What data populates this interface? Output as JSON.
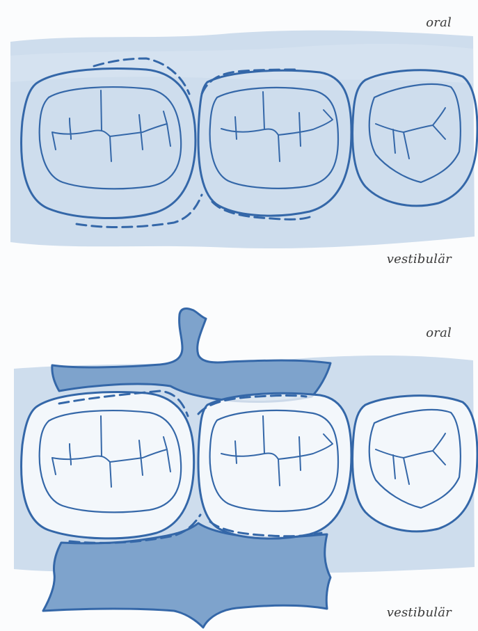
{
  "panels": [
    {
      "id": "top",
      "label_oral": "oral",
      "label_vestibular": "vestibulär"
    },
    {
      "id": "bottom",
      "label_oral": "oral",
      "label_vestibular": "vestibulär"
    }
  ],
  "colors": {
    "outline": "#3467a8",
    "gum_wash": "#c5d7ea",
    "matrix_fill": "#7ea3cc",
    "label_text": "#3a3a3a"
  }
}
